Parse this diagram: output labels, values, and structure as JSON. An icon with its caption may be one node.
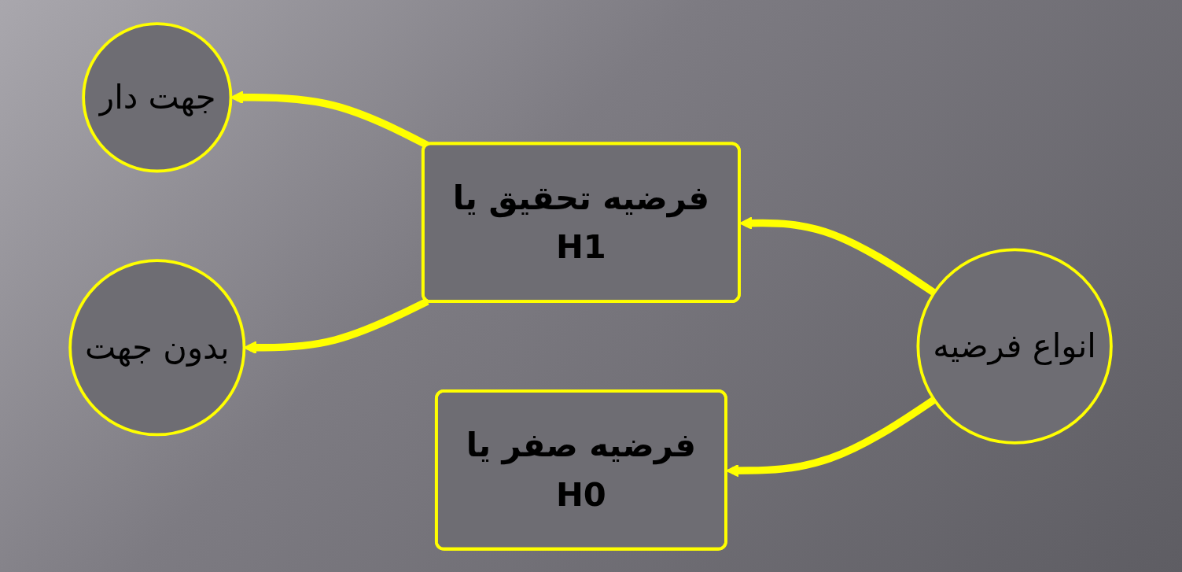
{
  "diagram": {
    "nodes": [
      {
        "text": [
          "انواع فرضیه"
        ]
      },
      {
        "text": [
          "فرضیه تحقیق یا",
          "H1"
        ]
      },
      {
        "text": [
          "فرضیه صفر یا",
          "H0"
        ]
      },
      {
        "text": [
          "جهت دار"
        ]
      },
      {
        "text": [
          "بدون جهت"
        ]
      }
    ],
    "edges": [
      {
        "from": 0,
        "to": 1,
        "arrow": "to"
      },
      {
        "from": 0,
        "to": 2,
        "arrow": "to"
      },
      {
        "from": 1,
        "to": 3,
        "arrow": "to"
      },
      {
        "from": 1,
        "to": 4,
        "arrow": "to"
      }
    ]
  }
}
